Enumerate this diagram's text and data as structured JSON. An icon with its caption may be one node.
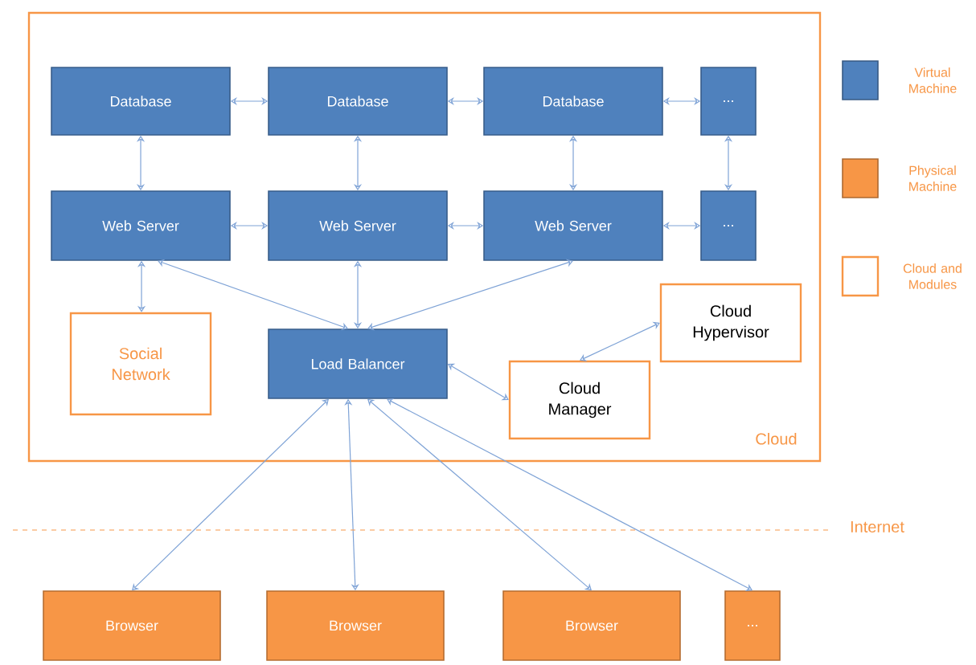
{
  "diagram": {
    "nodes": [
      {
        "text": [
          "Cloud"
        ]
      },
      {
        "text": [
          "Database"
        ],
        "in": 0
      },
      {
        "text": [
          "Database"
        ],
        "in": 0
      },
      {
        "text": [
          "Database"
        ],
        "in": 0
      },
      {
        "text": [
          "..."
        ],
        "in": 0
      },
      {
        "text": [
          "Web Server"
        ],
        "in": 0
      },
      {
        "text": [
          "Web Server"
        ],
        "in": 0
      },
      {
        "text": [
          "Web Server"
        ],
        "in": 0
      },
      {
        "text": [
          "..."
        ],
        "in": 0
      },
      {
        "text": [
          "Social Network"
        ],
        "in": 0
      },
      {
        "text": [
          "Load Balancer"
        ],
        "in": 0
      },
      {
        "text": [
          "Cloud Hypervisor"
        ],
        "in": 0
      },
      {
        "text": [
          "Cloud Manager"
        ],
        "in": 0
      },
      {
        "text": [
          "Browser"
        ]
      },
      {
        "text": [
          "Browser"
        ]
      },
      {
        "text": [
          "Browser"
        ]
      },
      {
        "text": [
          "..."
        ]
      }
    ],
    "edges": [
      {
        "from": 1,
        "to": 2,
        "arrow": "both"
      },
      {
        "from": 2,
        "to": 3,
        "arrow": "both"
      },
      {
        "from": 3,
        "to": 4,
        "arrow": "both"
      },
      {
        "from": 1,
        "to": 5,
        "arrow": "both"
      },
      {
        "from": 2,
        "to": 6,
        "arrow": "both"
      },
      {
        "from": 3,
        "to": 7,
        "arrow": "both"
      },
      {
        "from": 4,
        "to": 8,
        "arrow": "both"
      },
      {
        "from": 5,
        "to": 6,
        "arrow": "both"
      },
      {
        "from": 6,
        "to": 7,
        "arrow": "both"
      },
      {
        "from": 7,
        "to": 8,
        "arrow": "both"
      },
      {
        "from": 5,
        "to": 9,
        "arrow": "both"
      },
      {
        "from": 5,
        "to": 10,
        "arrow": "both"
      },
      {
        "from": 6,
        "to": 10,
        "arrow": "both"
      },
      {
        "from": 7,
        "to": 10,
        "arrow": "both"
      },
      {
        "from": 10,
        "to": 12,
        "arrow": "both"
      },
      {
        "from": 12,
        "to": 11,
        "arrow": "both"
      },
      {
        "from": 10,
        "to": 13,
        "arrow": "both"
      },
      {
        "from": 10,
        "to": 14,
        "arrow": "both"
      },
      {
        "from": 10,
        "to": 15,
        "arrow": "both"
      },
      {
        "from": 10,
        "to": 16,
        "arrow": "both"
      }
    ],
    "labels": [
      "Internet"
    ],
    "legend": [
      {
        "text": "Virtual Machine",
        "color": "#4f81bd"
      },
      {
        "text": "Physical Machine",
        "color": "#f79646"
      },
      {
        "text": "Cloud and Modules"
      }
    ]
  }
}
